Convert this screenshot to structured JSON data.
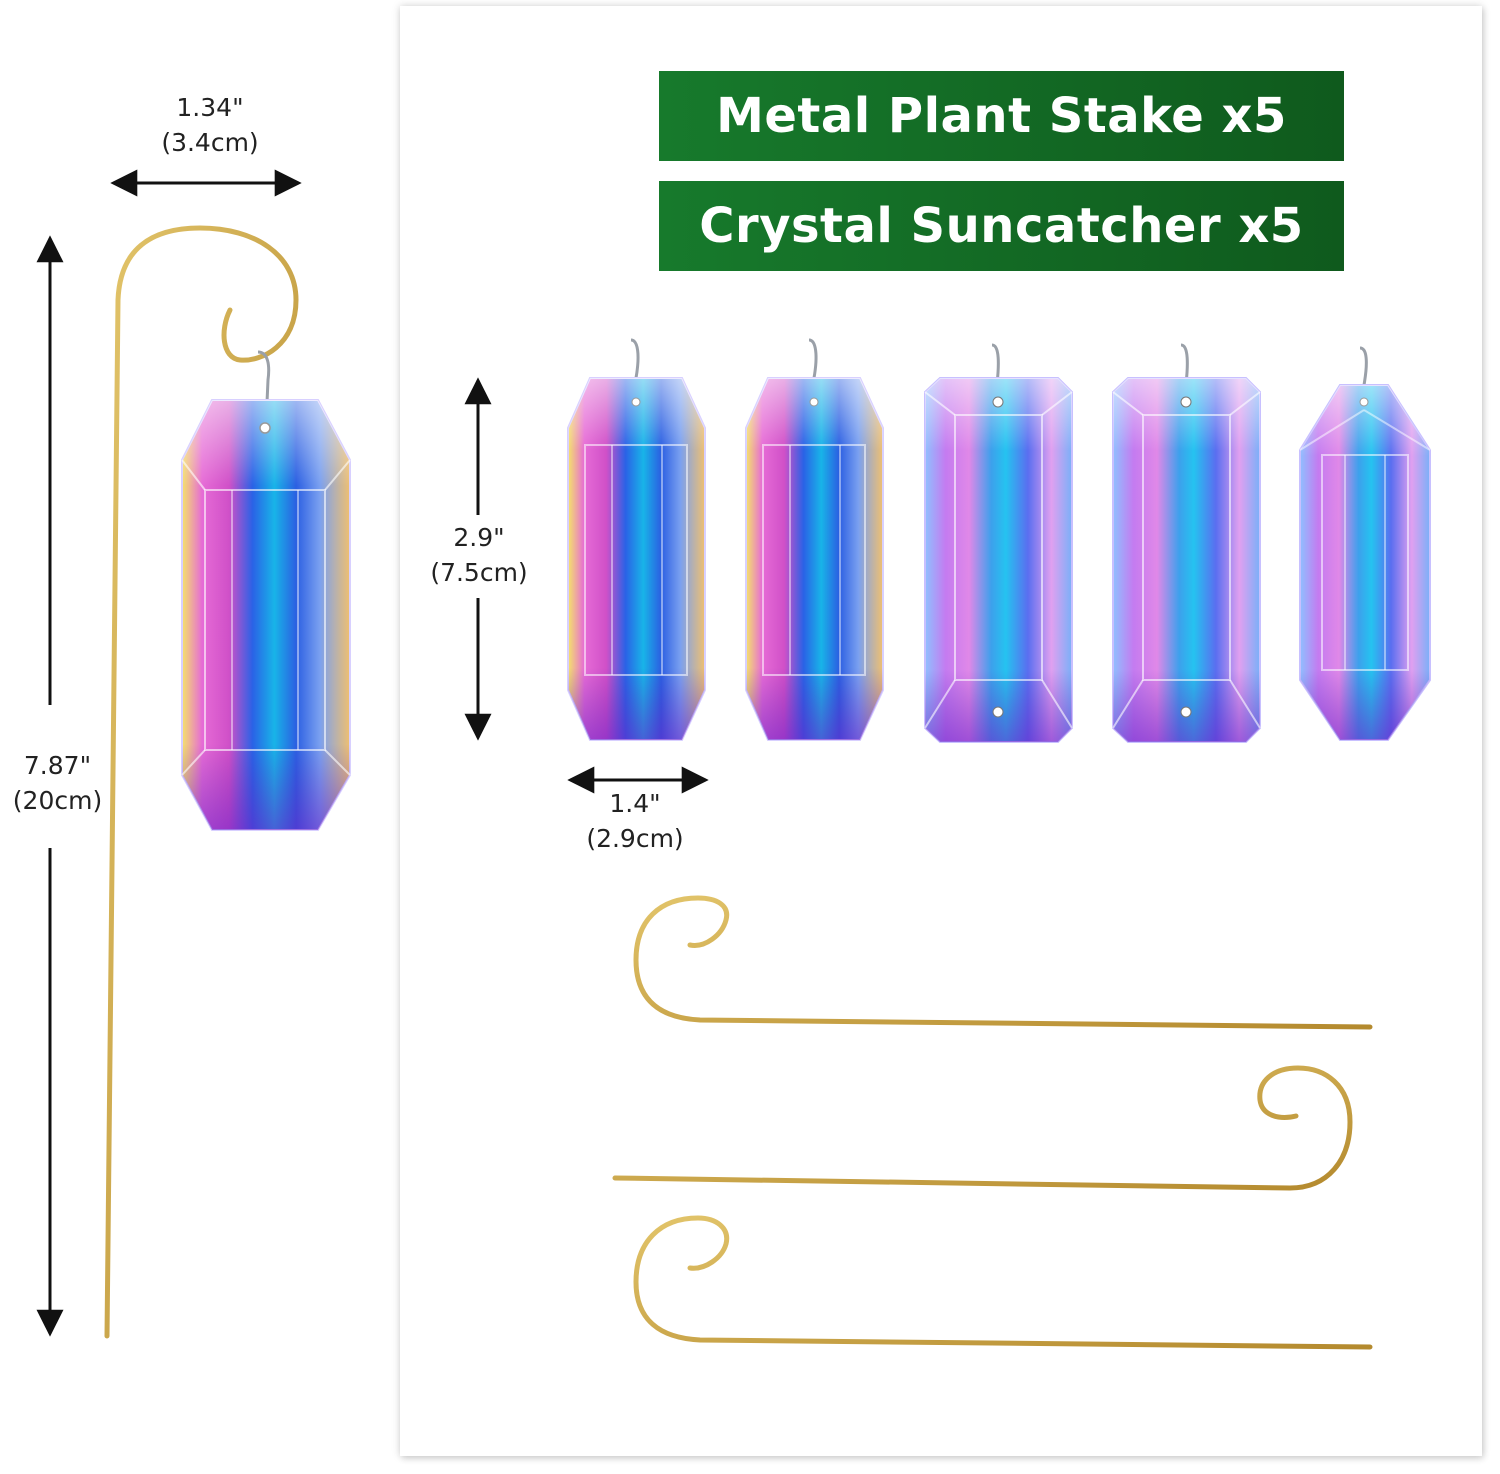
{
  "banners": {
    "stake_label": "Metal Plant Stake x5",
    "suncatcher_label": "Crystal Suncatcher x5"
  },
  "dimensions": {
    "hook_width_in": "1.34\"",
    "hook_width_cm": "(3.4cm)",
    "stake_height_in": "7.87\"",
    "stake_height_cm": "(20cm)",
    "crystal_height_in": "2.9\"",
    "crystal_height_cm": "(7.5cm)",
    "crystal_width_in": "1.4\"",
    "crystal_width_cm": "(2.9cm)"
  },
  "colors": {
    "banner_green": "#1a7a30",
    "banner_green_dark": "#0f5a1d",
    "gold": "#c9a447",
    "arrow": "#111111"
  }
}
